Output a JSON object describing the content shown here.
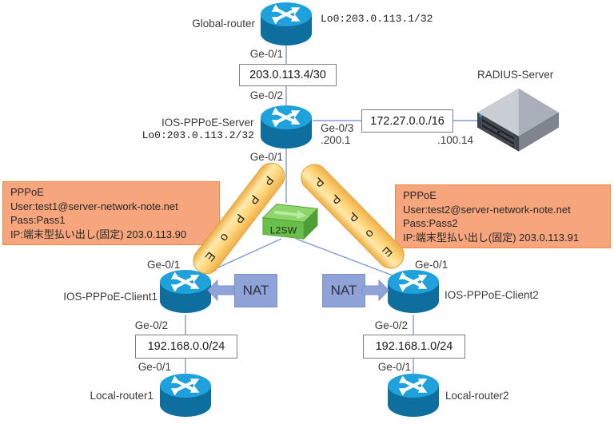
{
  "colors": {
    "router_top": "#1fa1dc",
    "router_body": "#0e6f9e",
    "switch_front": "#69bf4a",
    "switch_top": "#8ed66b",
    "tube_fill": "#ffd87e",
    "tube_border": "#e0a235",
    "callout_fill": "#f6a57c",
    "callout_border": "#ed8a3f",
    "nat_fill": "#8fa3d9",
    "link_line": "#7d9bd4",
    "server_front": "#41454d"
  },
  "nodes": {
    "global_router": {
      "label": "Global-router",
      "loopback": "Lo0:203.0.113.1/32",
      "if_down": "Ge-0/1"
    },
    "pppoe_server": {
      "label": "IOS-PPPoE-Server",
      "loopback": "Lo0:203.0.113.2/32",
      "if_up": "Ge-0/2",
      "if_right": "Ge-0/3",
      "if_right_ip": ".200.1",
      "if_down": "Ge-0/1"
    },
    "radius_server": {
      "label": "RADIUS-Server",
      "ip": ".100.14"
    },
    "l2sw": {
      "label": "L2SW"
    },
    "client1": {
      "label": "IOS-PPPoE-Client1",
      "if_up": "Ge-0/1",
      "if_down": "Ge-0/2"
    },
    "client2": {
      "label": "IOS-PPPoE-Client2",
      "if_up": "Ge-0/1",
      "if_down": "Ge-0/2"
    },
    "local_router1": {
      "label": "Local-router1",
      "if_up": "Ge-0/1"
    },
    "local_router2": {
      "label": "Local-router2",
      "if_up": "Ge-0/1"
    }
  },
  "networks": {
    "wan": "203.0.113.4/30",
    "radius_net": "172.27.0.0./16",
    "lan1": "192.168.0.0/24",
    "lan2": "192.168.1.0/24"
  },
  "nat": {
    "label": "NAT"
  },
  "pppoe_tube": {
    "letters": [
      "P",
      "P",
      "P",
      "o",
      "E"
    ]
  },
  "callout_left": {
    "title": "PPPoE",
    "user": "User:test1@server-network-note.net",
    "pass": "Pass:Pass1",
    "ip": "IP:端末型払い出し(固定) 203.0.113.90"
  },
  "callout_right": {
    "title": "PPPoE",
    "user": "User:test2@server-network-note.net",
    "pass": "Pass:Pass2",
    "ip": "IP:端末型払い出し(固定) 203.0.113.91"
  }
}
